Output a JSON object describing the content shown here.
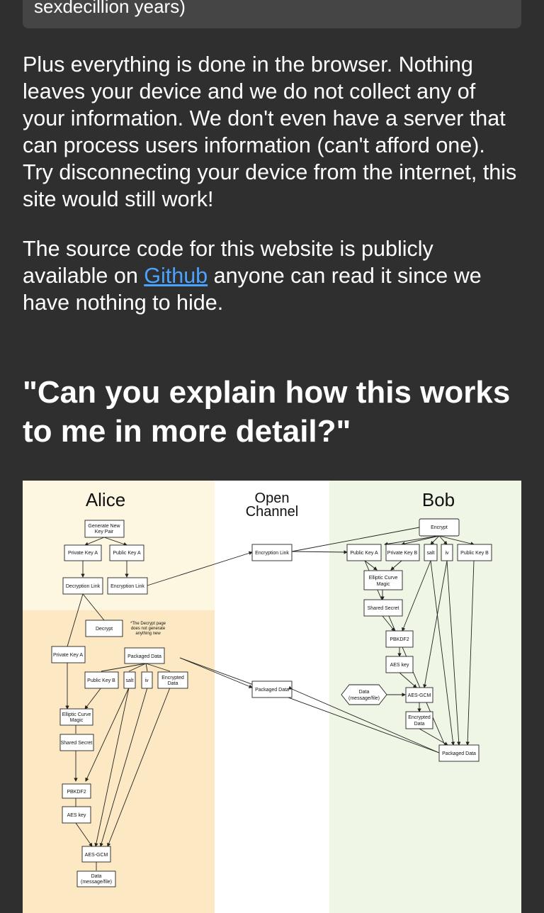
{
  "top_card": {
    "text": "sexdecillion years)"
  },
  "paragraph_1": "Plus everything is done in the browser. Nothing leaves your device and we do not collect any of your information. We don't even have a server that can process users information (can't afford one). Try disconnecting your device from the internet, this site would still work!",
  "paragraph_2": {
    "before": "The source code for this website is publicly available on ",
    "link": "Github",
    "after": " anyone can read it since we have nothing to hide."
  },
  "heading": "\"Can you explain how this works to me in more detail?\"",
  "diagram": {
    "columns": {
      "alice": "Alice",
      "open_line1": "Open",
      "open_line2": "Channel",
      "bob": "Bob"
    },
    "alice": {
      "generate_line1": "Generate New",
      "generate_line2": "Key Pair",
      "private_key_a": "Private Key A",
      "public_key_a": "Public Key A",
      "decryption_link": "Decryption Link",
      "encryption_link": "Encryption Link",
      "decrypt": "Decrypt",
      "note_line1": "*The Decrypt page",
      "note_line2": "does not generate",
      "note_line3": "anything new",
      "private_key_a_2": "Private Key A",
      "packaged_data": "Packaged Data",
      "public_key_b": "Public Key B",
      "salt": "salt",
      "iv": "iv",
      "encrypted_line1": "Encrypted",
      "encrypted_line2": "Data",
      "ecm_line1": "Elliptic Curve",
      "ecm_line2": "Magic",
      "shared_secret": "Shared Secret",
      "pbkdf2": "PBKDF2",
      "aes_key": "AES key",
      "aes_gcm": "AES-GCM",
      "data_line1": "Data",
      "data_line2": "(message/file)"
    },
    "open": {
      "encryption_link": "Encryption Link",
      "packaged_data": "Packaged Data"
    },
    "bob": {
      "encrypt": "Encrypt",
      "public_key_a": "Public Key A",
      "private_key_b": "Private Key B",
      "salt": "salt",
      "iv": "iv",
      "public_key_b": "Public Key B",
      "ecm_line1": "Elliptic Curve",
      "ecm_line2": "Magic",
      "shared_secret": "Shared Secret",
      "pbkdf2": "PBKDF2",
      "aes_key": "AES key",
      "data_line1": "Data",
      "data_line2": "(message/file)",
      "aes_gcm": "AES-GCM",
      "encrypted_line1": "Encrypted",
      "encrypted_line2": "Data",
      "packaged_data": "Packaged Data"
    }
  }
}
